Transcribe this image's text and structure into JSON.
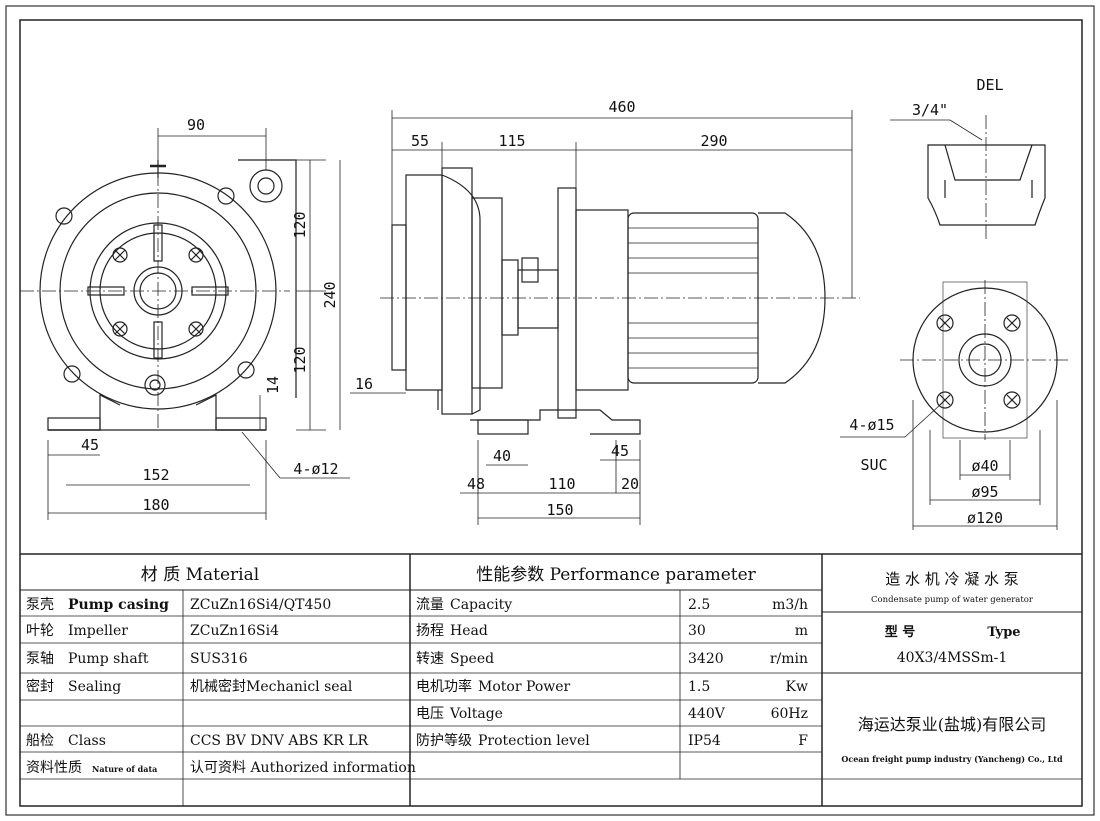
{
  "front_view": {
    "dim_top": "90",
    "dim_upper": "120",
    "dim_total_height": "240",
    "dim_lower": "120",
    "dim_foot_height": "14",
    "dim_foot": "45",
    "dim_bolt_span": "152",
    "dim_base_width": "180",
    "bolt_holes": "4-ø12"
  },
  "side_view": {
    "dim_total_length": "460",
    "dim_a": "55",
    "dim_b": "115",
    "dim_motor": "290",
    "dim_shaft_height": "16",
    "dim_foot_a": "40",
    "dim_foot_b": "45",
    "dim_base_a": "48",
    "dim_base_b": "110",
    "dim_base_c": "20",
    "dim_base_total": "150"
  },
  "outlet_view": {
    "label": "DEL",
    "thread": "3/4\""
  },
  "suction_view": {
    "label": "SUC",
    "holes": "4-ø15",
    "d1": "ø40",
    "d2": "ø95",
    "d3": "ø120"
  },
  "title_block": {
    "material_header": "材   质   Material",
    "perf_header": "性能参数 Performance parameter",
    "rows": [
      {
        "part_cn": "泵壳",
        "part_en": "Pump casing",
        "material": "ZCuZn16Si4/QT450",
        "perf_cn": "流量",
        "perf_en": "Capacity",
        "value": "2.5",
        "unit": "m3/h"
      },
      {
        "part_cn": "叶轮",
        "part_en": "Impeller",
        "material": "ZCuZn16Si4",
        "perf_cn": "扬程",
        "perf_en": "Head",
        "value": "30",
        "unit": "m"
      },
      {
        "part_cn": "泵轴",
        "part_en": "Pump shaft",
        "material": "SUS316",
        "perf_cn": "转速",
        "perf_en": "Speed",
        "value": "3420",
        "unit": "r/min"
      },
      {
        "part_cn": "密封",
        "part_en": "Sealing",
        "material": "机械密封Mechanicl seal",
        "perf_cn": "电机功率",
        "perf_en": "Motor Power",
        "value": "1.5",
        "unit": "Kw"
      },
      {
        "part_cn": "",
        "part_en": "",
        "material": "",
        "perf_cn": "电压",
        "perf_en": "Voltage",
        "value": "440V",
        "unit": "60Hz"
      },
      {
        "part_cn": "船检",
        "part_en": "Class",
        "material": "CCS BV DNV ABS KR LR",
        "perf_cn": "防护等级",
        "perf_en": "Protection level",
        "value": "IP54",
        "unit": "F"
      },
      {
        "part_cn": "资料性质",
        "part_en": "Nature of data",
        "material": "认可资料 Authorized information",
        "perf_cn": "",
        "perf_en": "",
        "value": "",
        "unit": ""
      }
    ],
    "product_cn": "造 水 机 冷 凝 水 泵",
    "product_en": "Condensate pump of water generator",
    "type_label_cn": "型      号",
    "type_label_en": "Type",
    "type_value": "40X3/4MSSm-1",
    "company_cn": "海运达泵业(盐城)有限公司",
    "company_en": "Ocean freight pump industry (Yancheng) Co., Ltd"
  }
}
